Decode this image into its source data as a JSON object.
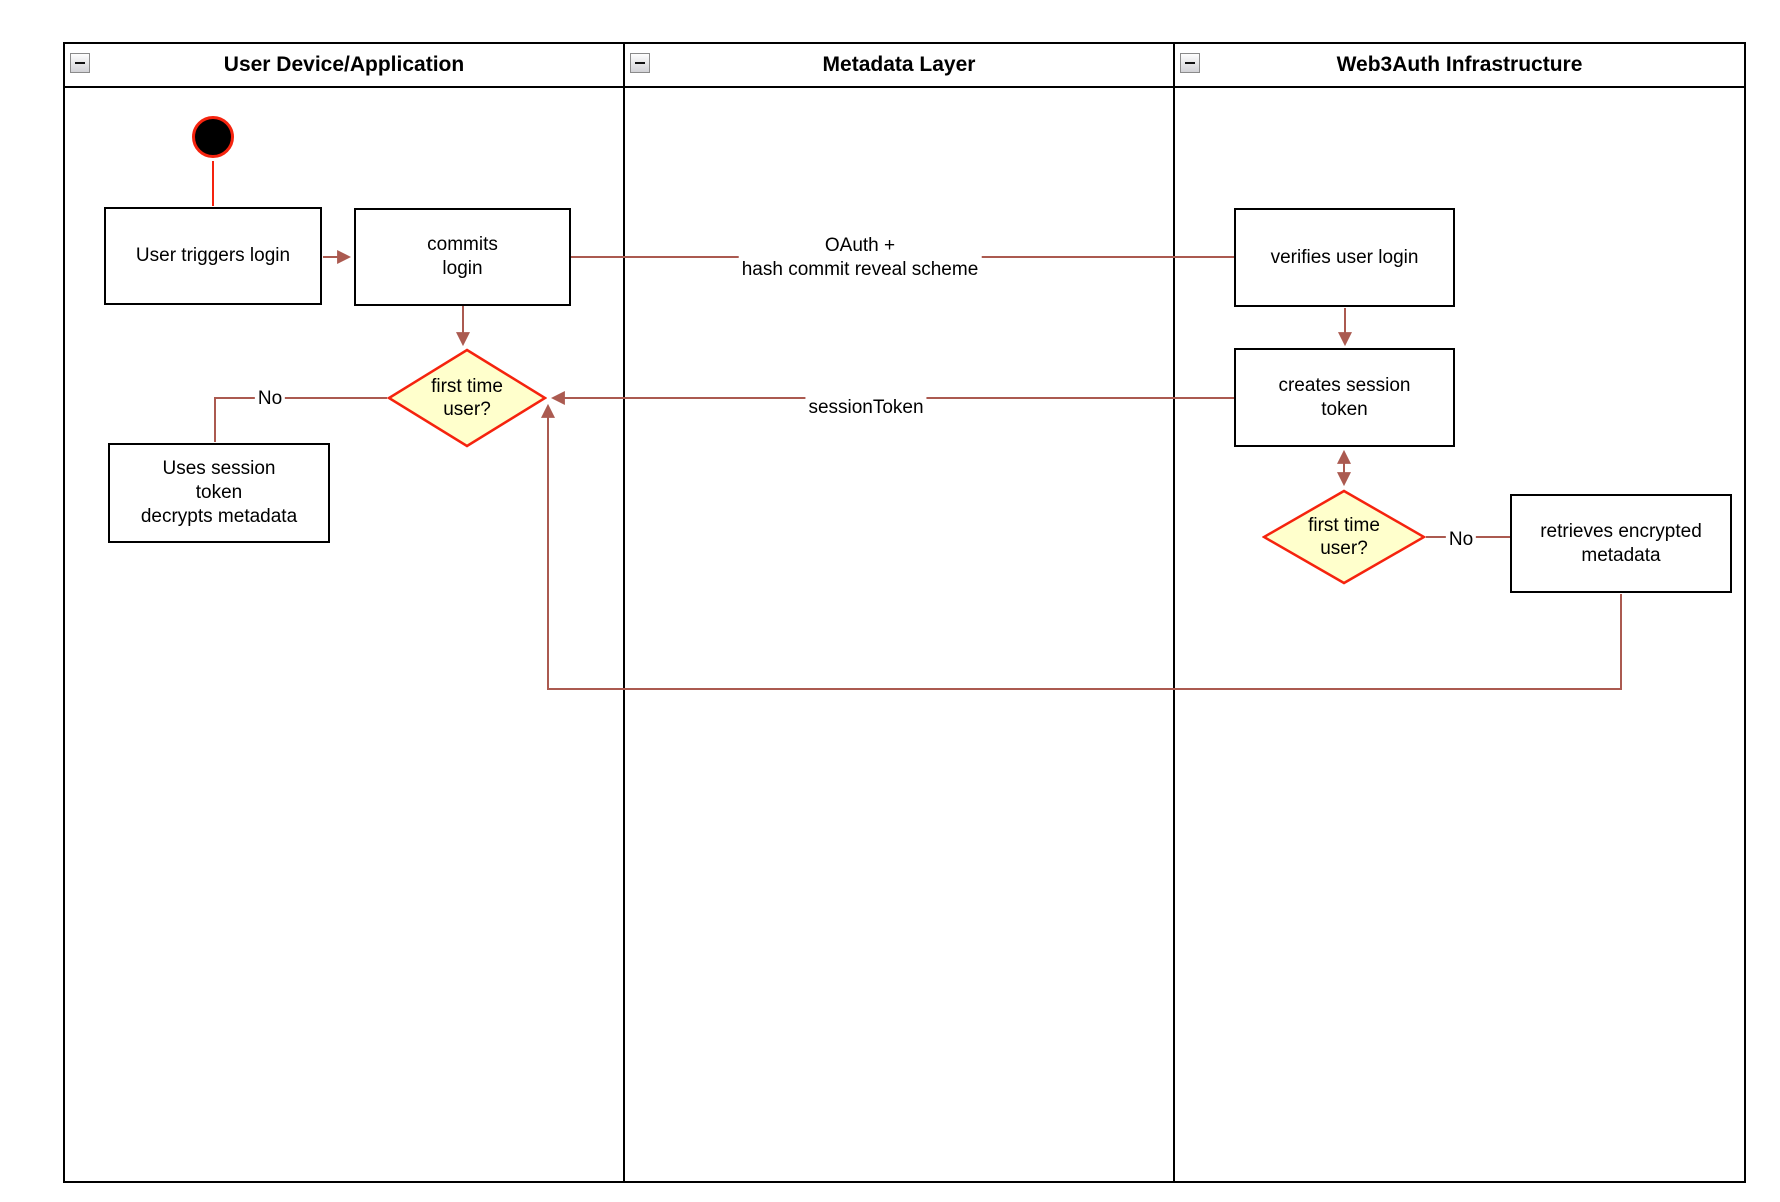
{
  "lanes": [
    {
      "title": "User Device/Application",
      "collapse_icon": "minus-icon"
    },
    {
      "title": "Metadata Layer",
      "collapse_icon": "minus-icon"
    },
    {
      "title": "Web3Auth Infrastructure",
      "collapse_icon": "minus-icon"
    }
  ],
  "nodes": {
    "start": "start-node",
    "user_triggers_login": "User triggers login",
    "commits_login": "commits\nlogin",
    "first_time_user_1": "first time\nuser?",
    "uses_session_token": "Uses session\ntoken\ndecrypts metadata",
    "verifies_user_login": "verifies user login",
    "creates_session_token": "creates session\ntoken",
    "first_time_user_2": "first time\nuser?",
    "retrieves_encrypted_metadata": "retrieves encrypted\nmetadata"
  },
  "edges": {
    "oauth": "OAuth +\nhash commit reveal scheme",
    "session_token": "sessionToken",
    "no_lane1": "No",
    "no_lane3": "No"
  },
  "colors": {
    "connector": "#ab5a50",
    "decision_border": "#f5230e",
    "decision_fill": "#ffffcc",
    "node_border": "#000000",
    "start_fill": "#000000",
    "start_border": "#f5230e"
  }
}
